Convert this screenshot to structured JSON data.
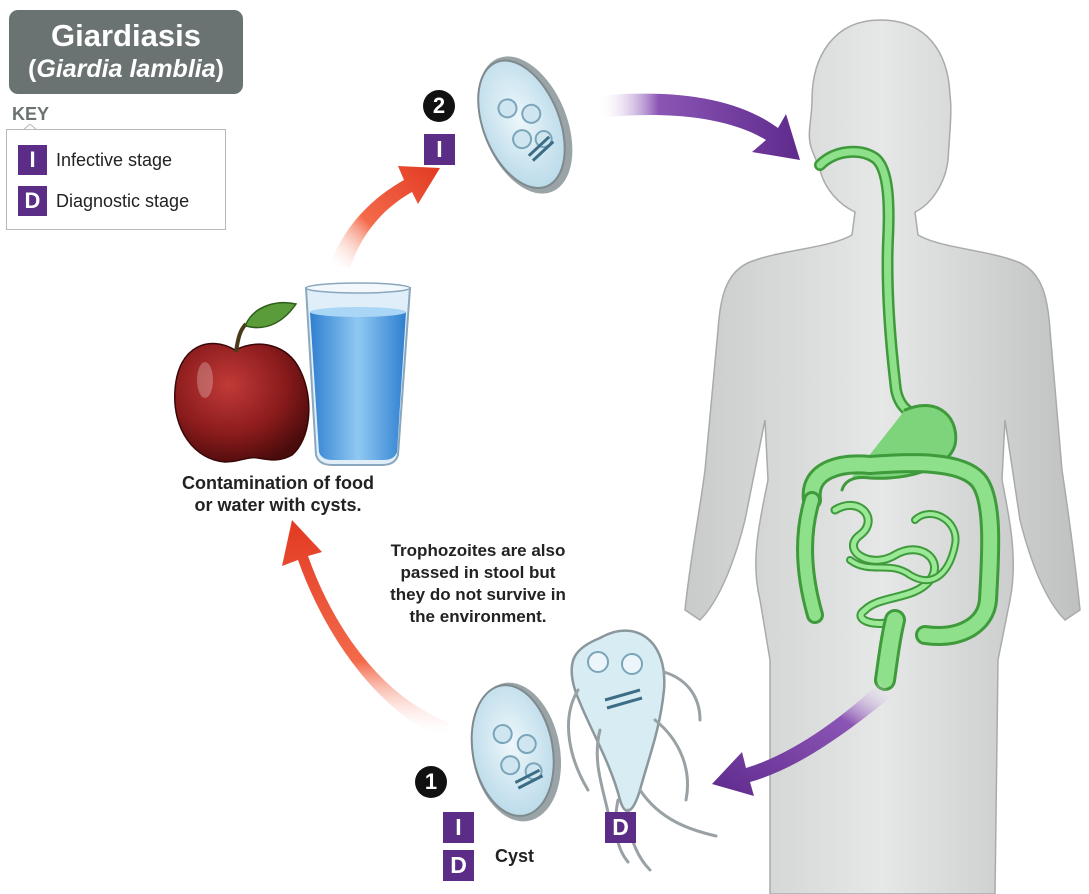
{
  "title": {
    "main": "Giardiasis",
    "species_open": "(",
    "species": "Giardia lamblia",
    "species_close": ")"
  },
  "key": {
    "heading": "KEY",
    "items": [
      {
        "badge": "I",
        "label": "Infective stage"
      },
      {
        "badge": "D",
        "label": "Diagnostic stage"
      }
    ]
  },
  "steps": {
    "step1": {
      "number": "1",
      "badges": [
        "I",
        "D"
      ],
      "label": "Cyst"
    },
    "step2": {
      "number": "2",
      "badges": [
        "I"
      ]
    }
  },
  "trophozoite": {
    "badge": "D"
  },
  "captions": {
    "contamination": [
      "Contamination of food",
      "or water with cysts."
    ],
    "trophozoites": [
      "Trophozoites are also",
      "passed in stool but",
      "they do not survive in",
      "the environment."
    ]
  },
  "colors": {
    "stage_badge": "#5b2d86",
    "arrow_red": "#e8452c",
    "arrow_purple": "#6a2f94",
    "gut_green": "#6ccf6a",
    "title_box": "#6b7372"
  }
}
